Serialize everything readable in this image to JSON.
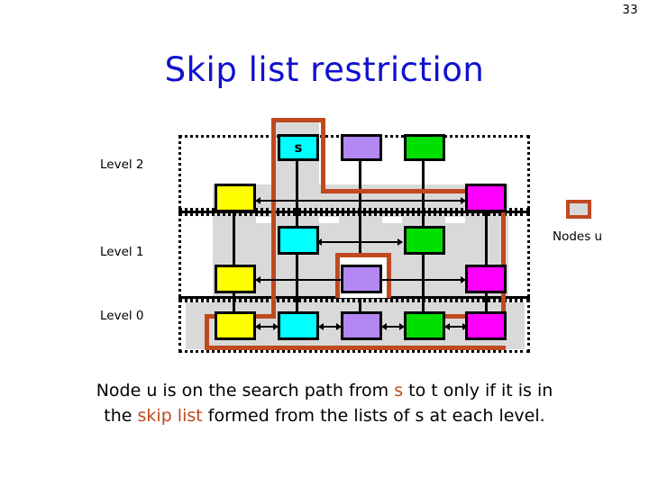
{
  "slide": {
    "page_number": "33",
    "title": "Skip list restriction",
    "title_color": "#1010d0"
  },
  "levels": [
    {
      "id": "level2",
      "label": "Level 2"
    },
    {
      "id": "level1",
      "label": "Level 1"
    },
    {
      "id": "level0",
      "label": "Level 0"
    }
  ],
  "legend": {
    "label": "Nodes u",
    "box_border_color": "#c0491f",
    "box_fill_color": "#d9d9d9"
  },
  "colors": {
    "yellow": "#ffff00",
    "cyan": "#00ffff",
    "purple": "#b388f5",
    "green": "#00e000",
    "magenta": "#ff00ff",
    "band_gray": "#d9d9d9",
    "path_orange": "#c0491f",
    "node_border": "#000000"
  },
  "nodes": {
    "level2_top": [
      {
        "column": "cyan",
        "label": "s",
        "color": "#00ffff"
      },
      {
        "column": "purple",
        "label": "",
        "color": "#b388f5"
      },
      {
        "column": "green",
        "label": "",
        "color": "#00e000"
      }
    ],
    "level2_bottom": [
      {
        "column": "yellow",
        "label": "",
        "color": "#ffff00"
      },
      {
        "column": "magenta",
        "label": "",
        "color": "#ff00ff"
      }
    ],
    "level1_top": [
      {
        "column": "cyan",
        "label": "",
        "color": "#00ffff"
      },
      {
        "column": "green",
        "label": "",
        "color": "#00e000"
      }
    ],
    "level1_bottom": [
      {
        "column": "yellow",
        "label": "",
        "color": "#ffff00"
      },
      {
        "column": "purple",
        "label": "",
        "color": "#b388f5",
        "highlighted": true
      },
      {
        "column": "magenta",
        "label": "",
        "color": "#ff00ff"
      }
    ],
    "level0": [
      {
        "column": "yellow",
        "label": "",
        "color": "#ffff00"
      },
      {
        "column": "cyan",
        "label": "",
        "color": "#00ffff"
      },
      {
        "column": "purple",
        "label": "",
        "color": "#b388f5"
      },
      {
        "column": "green",
        "label": "",
        "color": "#00e000"
      },
      {
        "column": "magenta",
        "label": "",
        "color": "#ff00ff"
      }
    ]
  },
  "caption": {
    "line1_a": "Node u is on the search path from ",
    "line1_s": "s",
    "line1_b": " to t only if it is in",
    "line2_a": "the ",
    "line2_hl": "skip list",
    "line2_b": " formed from the lists of s at each level."
  }
}
